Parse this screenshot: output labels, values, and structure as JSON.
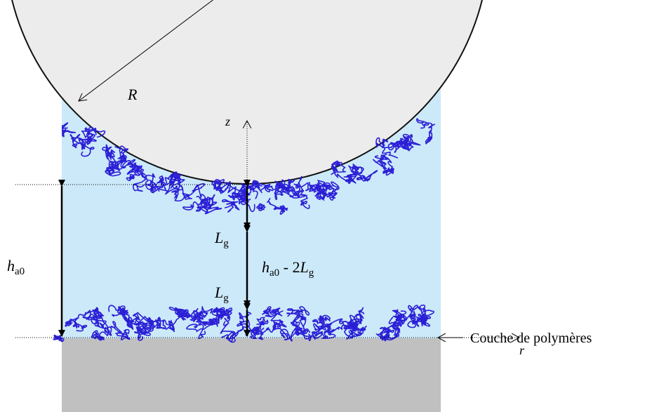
{
  "labels": {
    "radius": "R",
    "z_axis": "z",
    "r_axis": "r",
    "h_a0": {
      "base": "h",
      "sub": "a0"
    },
    "L_g_top": {
      "base": "L",
      "sub": "g"
    },
    "L_g_bottom": {
      "base": "L",
      "sub": "g"
    },
    "gap": {
      "base": "h",
      "sub": "a0",
      "middle": " - 2",
      "base2": "L",
      "sub2": "g"
    },
    "polymer_layer": "Couche de polymères"
  },
  "colors": {
    "fluid": "#cce9f9",
    "sphere": "#ececec",
    "substrate": "#c0c0c0",
    "polymer": "#2b1fd6",
    "lines": "#000000"
  }
}
